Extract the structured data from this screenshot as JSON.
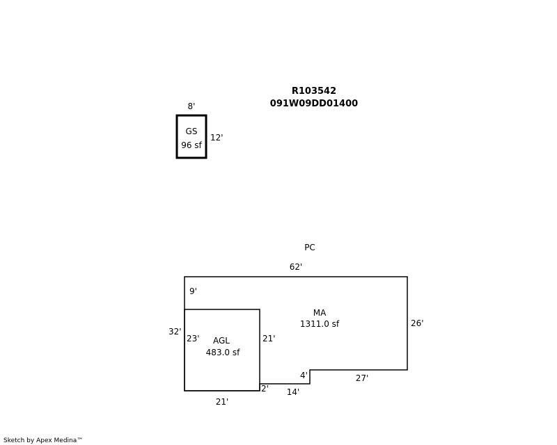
{
  "header": {
    "parcel_id": "R103542",
    "map_number": "091W09DD01400"
  },
  "areas": {
    "gs": {
      "code": "GS",
      "area": "96 sf",
      "width": "8'",
      "height": "12'"
    },
    "pc": {
      "code": "PC"
    },
    "ma": {
      "code": "MA",
      "area": "1311.0 sf"
    },
    "agl": {
      "code": "AGL",
      "area": "483.0 sf"
    }
  },
  "dimensions": {
    "top": "62'",
    "left_outer": "32'",
    "left_upper": "9'",
    "agl_left": "23'",
    "agl_right": "21'",
    "agl_bottom": "21'",
    "step_small": "2'",
    "bottom_mid": "14'",
    "notch": "4'",
    "bottom_right": "27'",
    "right": "26'"
  },
  "footer": {
    "credit": "Sketch by Apex Medina™"
  }
}
